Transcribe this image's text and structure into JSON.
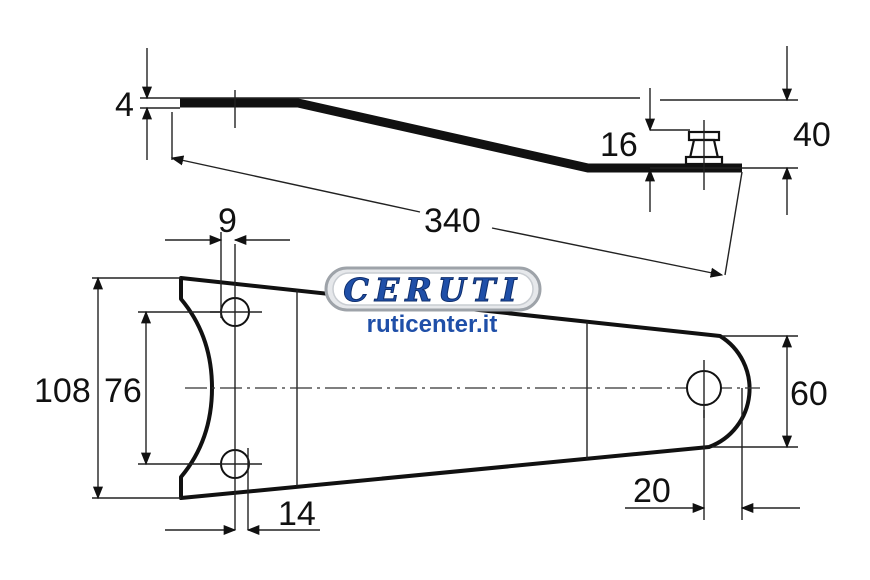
{
  "diagram": {
    "side_view": {
      "dim_thickness": "4",
      "dim_length": "340",
      "dim_offset": "16",
      "dim_height": "40"
    },
    "top_view": {
      "dim_hole_offset": "9",
      "dim_overall_width": "108",
      "dim_hole_spacing": "76",
      "dim_end_width": "60",
      "dim_slot": "14",
      "dim_end_radius": "20"
    }
  },
  "watermark": {
    "logo": "CERUTI",
    "website": "ruticenter.it",
    "colors": {
      "logo_blue": "#1f4fa8",
      "logo_silver": "#c9cdd2"
    }
  }
}
